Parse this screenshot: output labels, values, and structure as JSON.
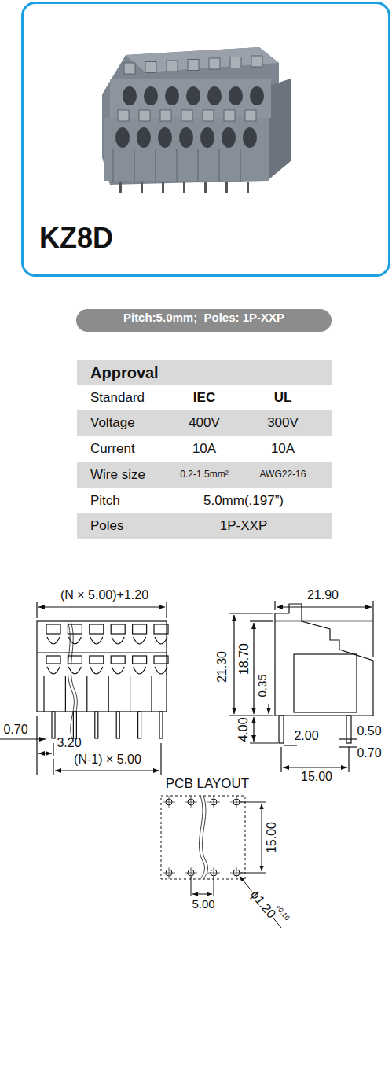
{
  "diagram": {
    "nodes": [
      {
        "text": [
          "KZ8D"
        ]
      },
      {
        "text": [
          "Pitch:5.0mm;  Poles: 1P-XXP"
        ]
      }
    ],
    "labels": [
      "Approval",
      "Standard",
      "IEC",
      "UL",
      "Voltage",
      "400V",
      "300V",
      "Current",
      "10A",
      "10A",
      "Wire size",
      "0.2-1.5mm²",
      "AWG22-16",
      "Pitch",
      "5.0mm(.197”)",
      "Poles",
      "1P-XXP",
      "(N × 5.00)+1.20",
      "21.30",
      "18.70",
      "0.35",
      "0.70",
      "3.20",
      "(N-1) × 5.00",
      "4.00",
      "21.90",
      "2.00",
      "0.50",
      "0.70",
      "15.00",
      "PCB LAYOUT",
      "15.00",
      "5.00",
      "ϕ1.20",
      "+0.10"
    ]
  }
}
